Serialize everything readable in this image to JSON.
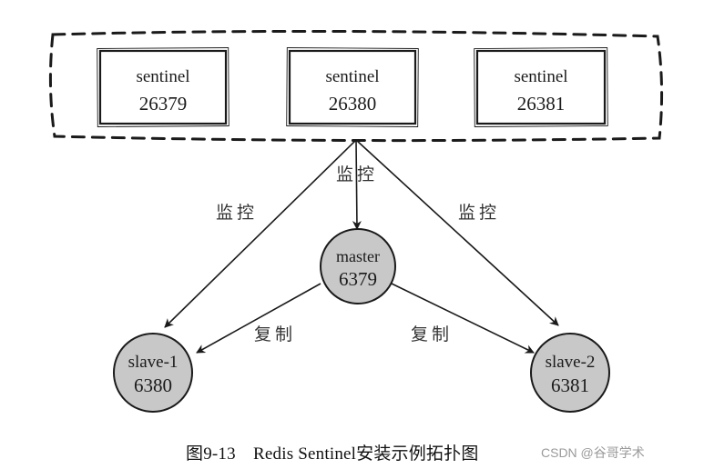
{
  "sentinels": [
    {
      "name": "sentinel",
      "port": "26379"
    },
    {
      "name": "sentinel",
      "port": "26380"
    },
    {
      "name": "sentinel",
      "port": "26381"
    }
  ],
  "master": {
    "name": "master",
    "port": "6379"
  },
  "slaves": [
    {
      "name": "slave-1",
      "port": "6380"
    },
    {
      "name": "slave-2",
      "port": "6381"
    }
  ],
  "labels": {
    "monitor_left": "监控",
    "monitor_center": "监控",
    "monitor_right": "监控",
    "replicate_left": "复制",
    "replicate_right": "复制"
  },
  "caption": "图9-13　Redis Sentinel安装示例拓扑图",
  "watermark": "CSDN @谷哥学术",
  "colors": {
    "node_fill": "#c8c8c8",
    "stroke": "#1a1a1a"
  }
}
